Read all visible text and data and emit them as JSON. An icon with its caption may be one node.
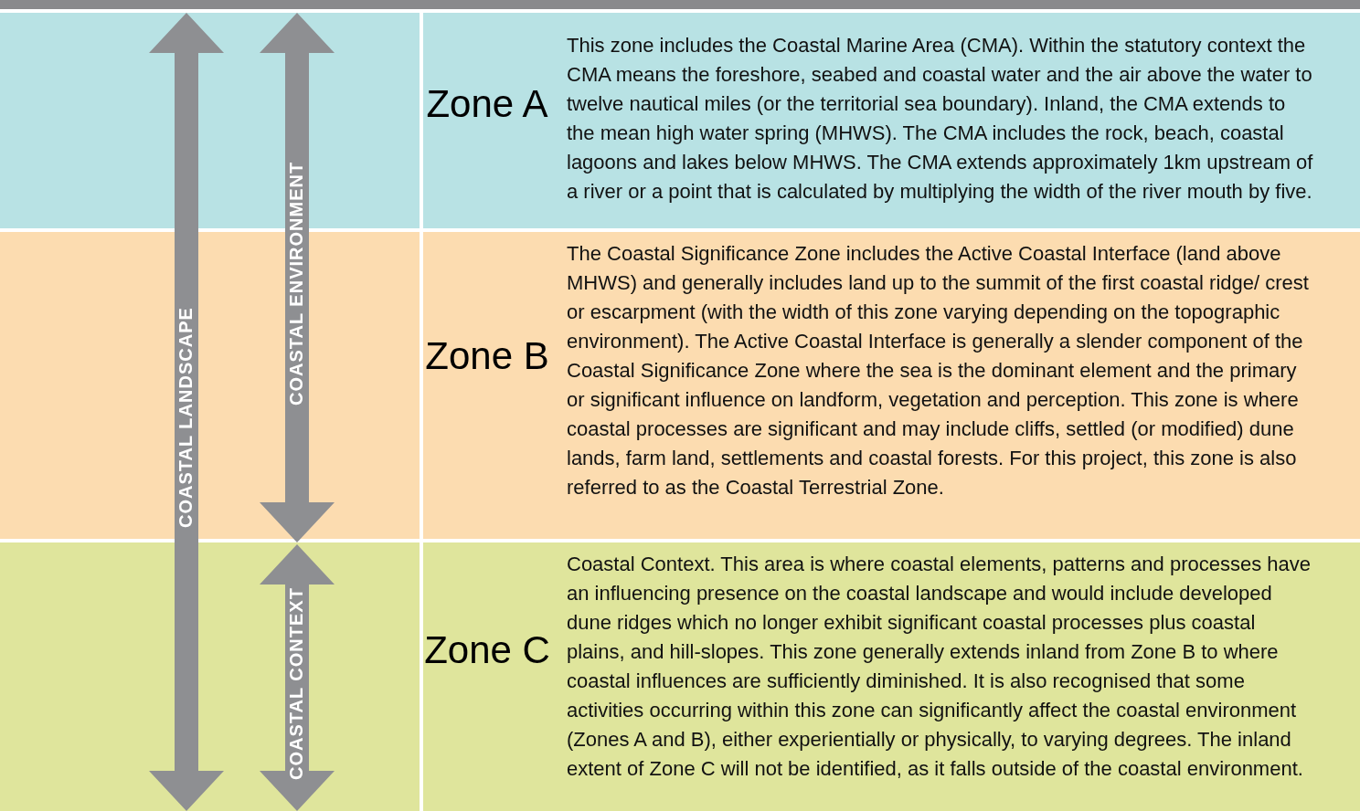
{
  "diagram": {
    "nodes": [
      {
        "text": [
          "Zone A",
          "This zone includes the Coastal Marine Area (CMA). Within the statutory context the CMA means the foreshore, seabed and coastal water and the air above the water to twelve nautical miles (or the territorial sea boundary). Inland, the CMA extends to the mean high water spring (MHWS). The CMA includes the rock, beach, coastal lagoons and lakes below MHWS. The CMA extends approximately 1km upstream of a river or a point that is calculated by multiplying the width of the river mouth by five."
        ]
      },
      {
        "text": [
          "Zone B",
          "The Coastal Significance Zone includes the Active Coastal Interface (land above MHWS) and generally includes land up to the summit of the first coastal ridge/ crest or escarpment (with the width of this zone varying depending on the topographic environment). The Active Coastal Interface is generally a slender component of the Coastal Significance Zone where the sea is the dominant element and the primary or significant influence on landform, vegetation and perception. This zone is where coastal processes are significant and may include cliffs, settled (or modified) dune lands, farm land, settlements and coastal forests. For this project, this zone is also referred to as the Coastal Terrestrial Zone."
        ]
      },
      {
        "text": [
          "Zone C",
          "Coastal Context. This area is where coastal elements, patterns and processes have an influencing presence on the coastal landscape and would include developed dune ridges which no longer exhibit significant coastal processes plus coastal plains, and hill-slopes. This zone generally extends inland from Zone B to where coastal influences are sufficiently diminished. It is also recognised that some activities occurring within this zone can significantly affect the coastal environment (Zones A and B), either experientially or physically, to varying degrees. The inland extent of Zone C will not be identified, as it falls outside of the coastal environment."
        ]
      }
    ],
    "labels": [
      "COASTAL LANDSCAPE",
      "COASTAL ENVIRONMENT",
      "COASTAL CONTEXT"
    ]
  }
}
